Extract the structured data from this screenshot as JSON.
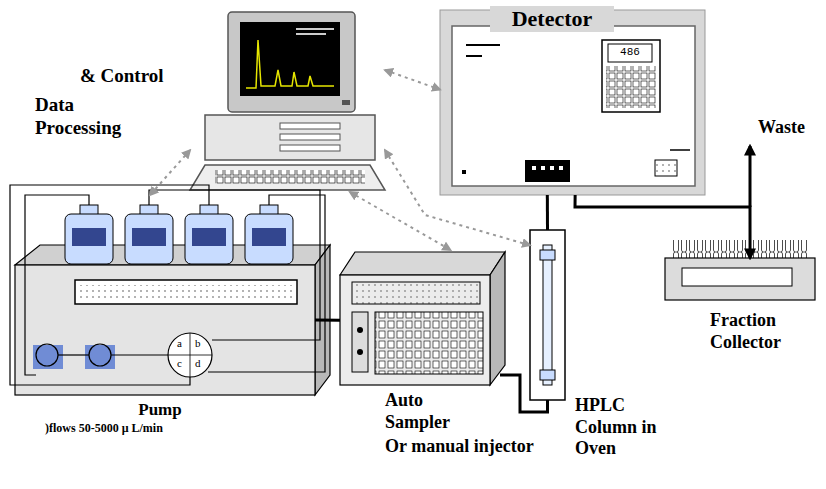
{
  "diagram": {
    "nodes": [
      {
        "text": [
          "& Control",
          "Data Processing"
        ]
      },
      {
        "text": [
          "Detector",
          "486"
        ]
      },
      {
        "text": [
          "Pump",
          ")flows 50-5000 μ L/min"
        ]
      },
      {
        "text": [
          "Auto Sampler",
          "Or manual injector"
        ]
      },
      {
        "text": [
          "HPLC Column in Oven"
        ]
      },
      {
        "text": [
          "Fraction Collector"
        ]
      }
    ],
    "edges": [
      {
        "from": 0,
        "to": 1,
        "arrow": "both"
      },
      {
        "from": 0,
        "to": 2,
        "arrow": "both"
      },
      {
        "from": 0,
        "to": 3,
        "arrow": "both"
      },
      {
        "from": 0,
        "to": 4,
        "arrow": "both"
      },
      {
        "from": 2,
        "to": 3,
        "arrow": "none"
      },
      {
        "from": 3,
        "to": 4,
        "arrow": "none"
      },
      {
        "from": 4,
        "to": 1,
        "arrow": "none"
      },
      {
        "from": 1,
        "to": 5,
        "arrow": "to"
      }
    ],
    "labels": [
      "Waste",
      "a",
      "b",
      "c",
      "d"
    ]
  }
}
